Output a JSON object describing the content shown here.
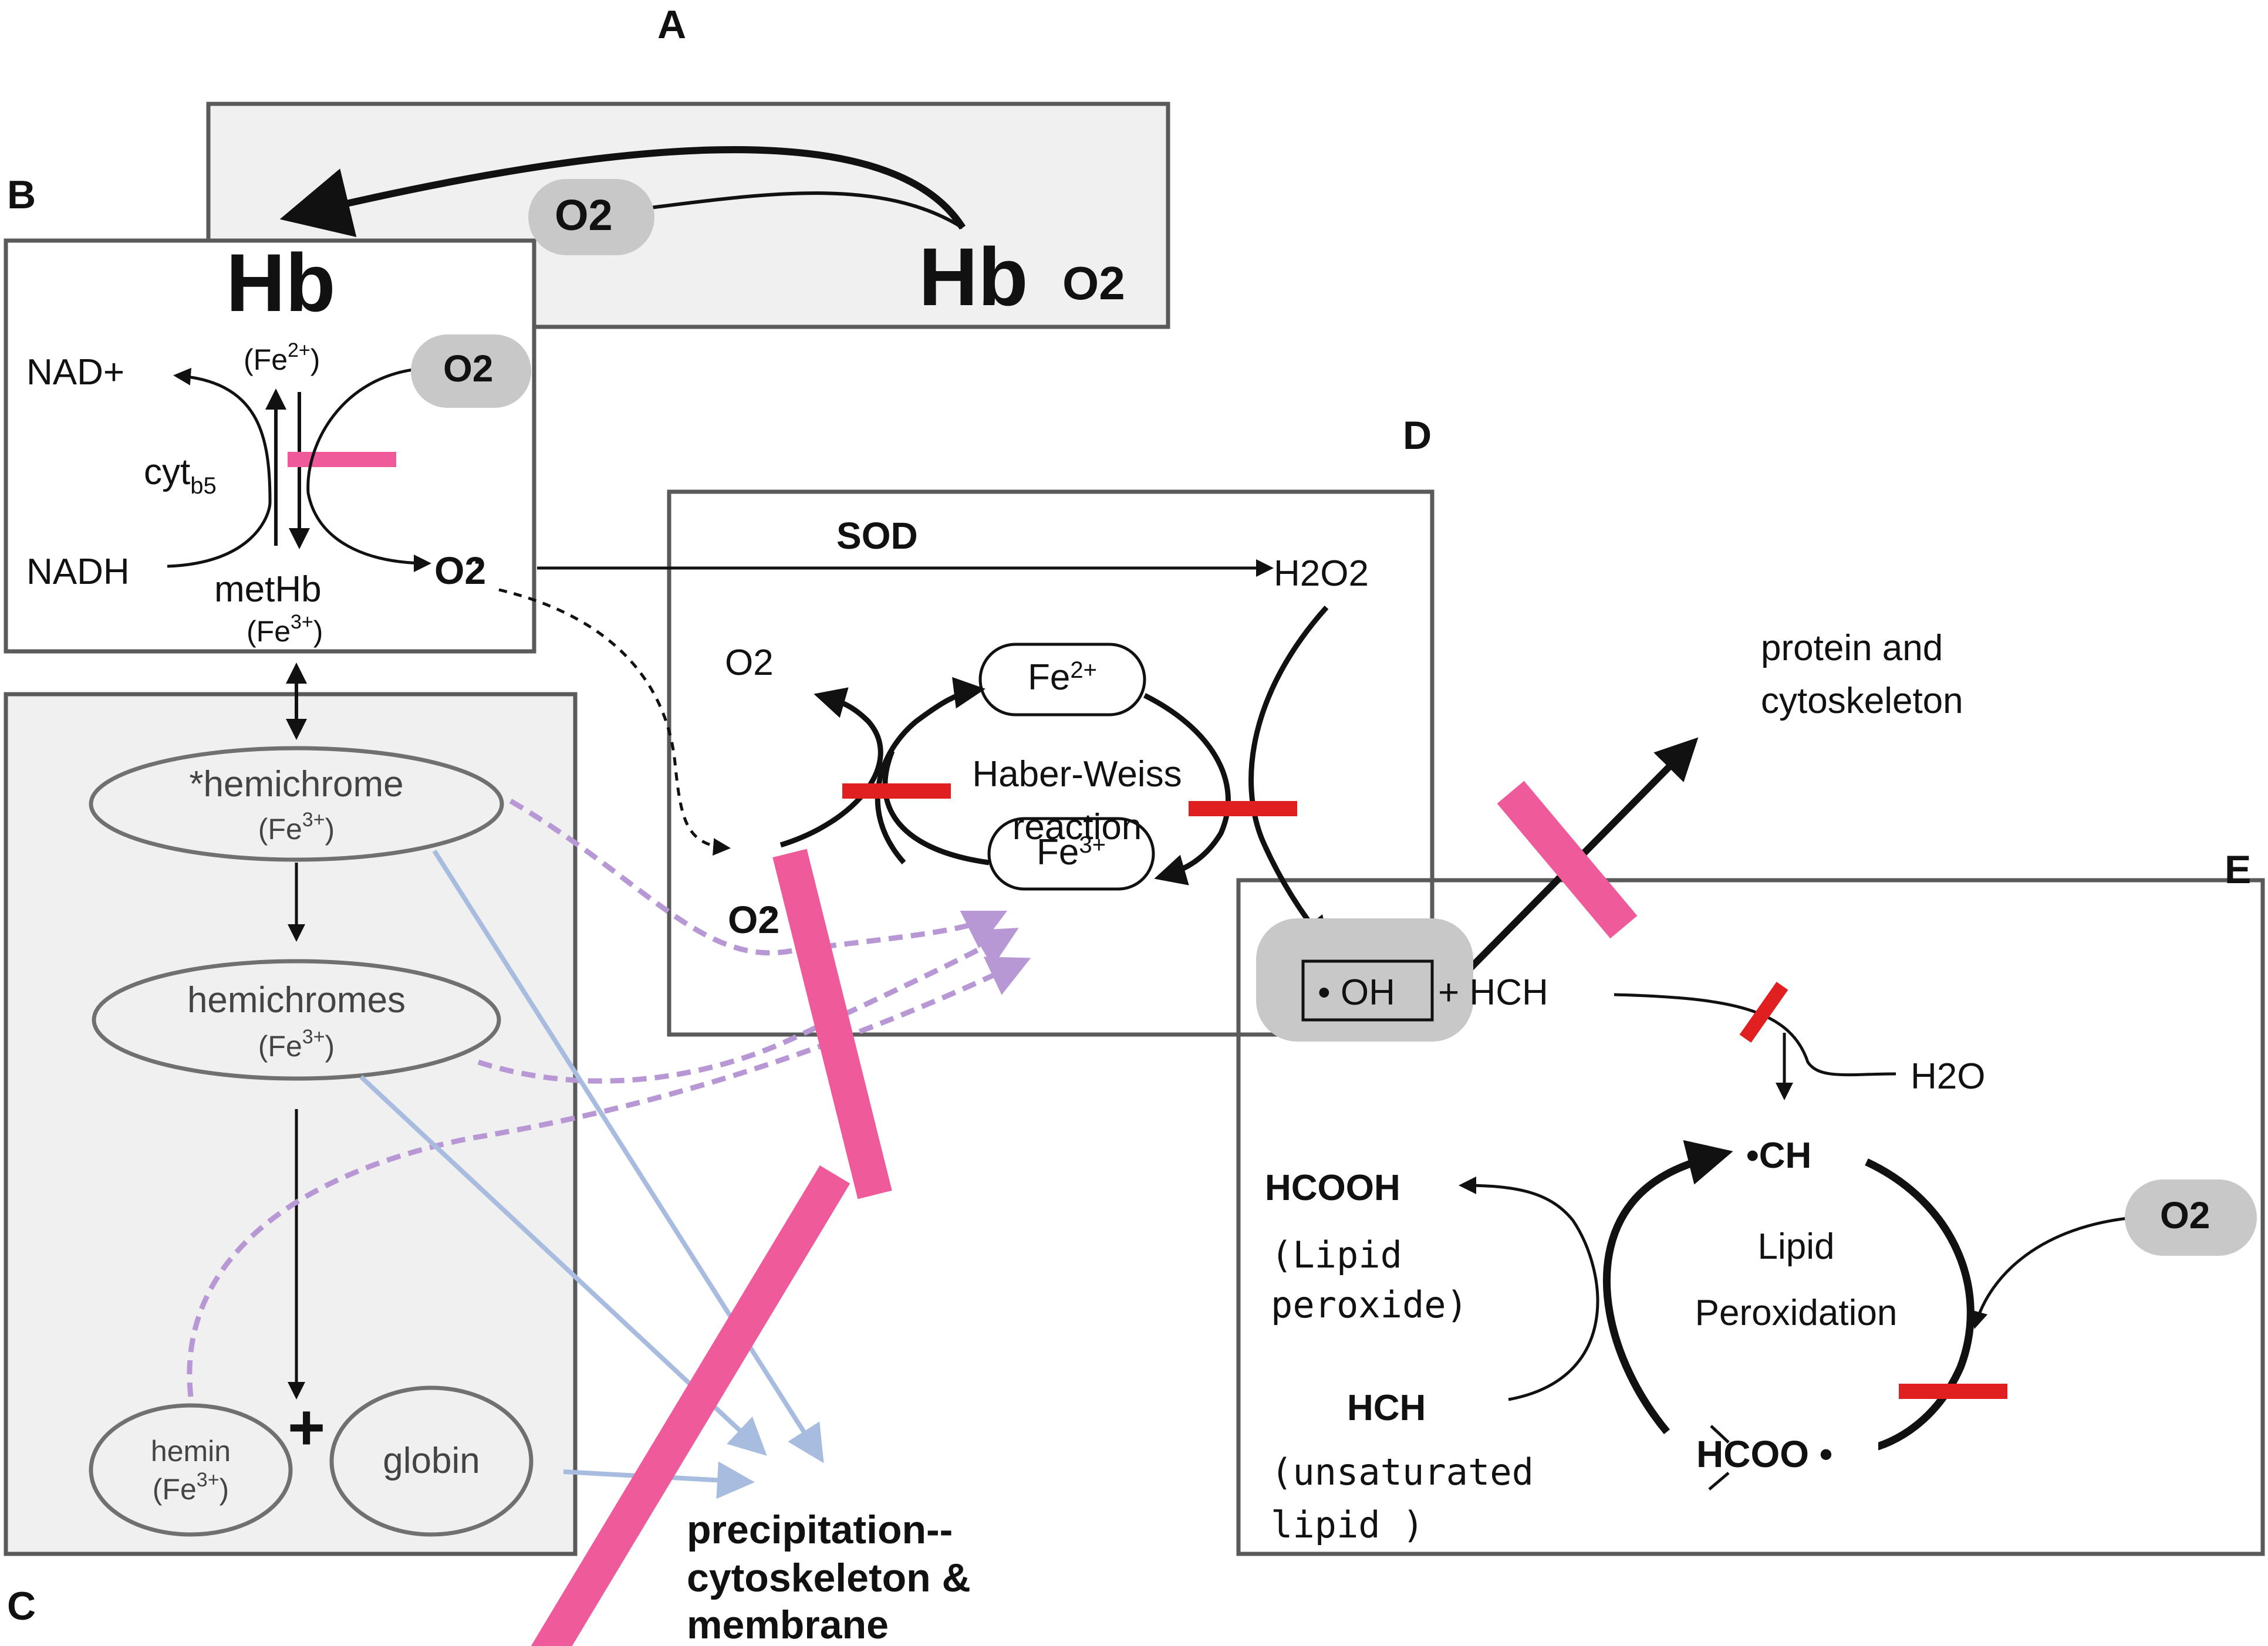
{
  "panels": {
    "a": "A",
    "b": "B",
    "c": "C",
    "d": "D",
    "e": "E"
  },
  "panel_a": {
    "hb": "Hb",
    "o2_bubble": "O2",
    "hbo2_hb": "Hb",
    "hbo2_o2": "O2"
  },
  "panel_b": {
    "nad": "NAD+",
    "fe2": "(Fe",
    "fe2_sup": "2+",
    "fe2_close": ")",
    "o2_bubble": "O2",
    "cyt": "cyt",
    "cyt_sub": "b5",
    "nadh": "NADH",
    "methb": "metHb",
    "fe3": "(Fe",
    "fe3_sup": "3+",
    "fe3_close": ")",
    "superoxide": "O2",
    "superoxide_sup": "-"
  },
  "panel_c": {
    "hemichrome_star": "*hemichrome",
    "hemichrome_star_fe": "(Fe",
    "hemichrome_star_fe_sup": "3+",
    "hemichrome_star_fe_close": ")",
    "hemichromes": "hemichromes",
    "hemichromes_fe": "(Fe",
    "hemichromes_fe_sup": "3+",
    "hemichromes_fe_close": ")",
    "hemin": "hemin",
    "hemin_fe": "(Fe",
    "hemin_fe_sup": "3+",
    "hemin_fe_close": ")",
    "plus": "+",
    "globin": "globin"
  },
  "precipitation": {
    "line1": "precipitation--",
    "line2": "cytoskeleton &",
    "line3": "membrane"
  },
  "panel_d": {
    "sod": "SOD",
    "h2o2": "H2O2",
    "o2": "O2",
    "fe2": "Fe",
    "fe2_sup": "2+",
    "fe3": "Fe",
    "fe3_sup": "3+",
    "hw_line1": "Haber-Weiss",
    "hw_line2": "reaction",
    "superoxide": "O2",
    "superoxide_sup": "-"
  },
  "protein": {
    "line1": "protein and",
    "line2": "cytoskeleton"
  },
  "panel_e": {
    "oh": "• OH",
    "plus_hch": "+ HCH",
    "h2o": "H2O",
    "ch_radical": "•CH",
    "hcooh": "HCOOH",
    "lipid_peroxide_1": "(Lipid",
    "lipid_peroxide_2": "peroxide)",
    "lipid_perox_1": "Lipid",
    "lipid_perox_2": "Peroxidation",
    "o2_bubble": "O2",
    "hch": "HCH",
    "unsat_1": "(unsaturated",
    "unsat_2": "lipid )",
    "hcoo": "HCOO •"
  },
  "colors": {
    "panel_border": "#5a5a5a",
    "panel_fill": "#f0f0f0",
    "o2_bubble": "#c8c8c8",
    "pink_block": "#ee5a9a",
    "red_block": "#e02020",
    "purple_dashed": "#b898d4",
    "blue_arrow": "#a8bce0"
  }
}
